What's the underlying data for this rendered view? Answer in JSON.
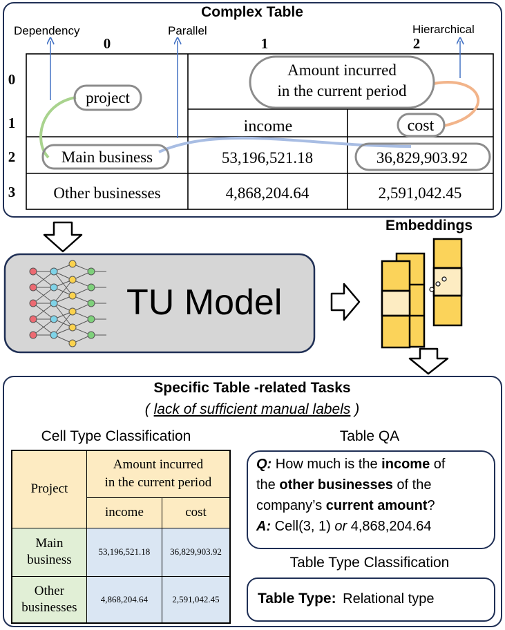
{
  "top": {
    "title": "Complex Table",
    "labels": {
      "dependency": "Dependency",
      "parallel": "Parallel",
      "hierarchical": "Hierarchical"
    },
    "col_idx": [
      "0",
      "1",
      "2"
    ],
    "row_idx": [
      "0",
      "1",
      "2",
      "3"
    ],
    "cells": {
      "header_amount_l1": "Amount incurred",
      "header_amount_l2": "in the current period",
      "project": "project",
      "income": "income",
      "cost": "cost",
      "main_business": "Main business",
      "main_income": "53,196,521.18",
      "main_cost": "36,829,903.92",
      "other_businesses": "Other businesses",
      "other_income": "4,868,204.64",
      "other_cost": "2,591,042.45"
    },
    "colors": {
      "dependency_curve": "#a9d38e",
      "parallel_curve": "#a8bde3",
      "hierarchical_curve": "#f2b48a"
    }
  },
  "model": {
    "label": "TU Model"
  },
  "embeddings": {
    "title": "Embeddings"
  },
  "tasks": {
    "title": "Specific Table -related Tasks",
    "subtitle_open": "(",
    "subtitle_text": "lack of sufficient manual labels",
    "subtitle_close": ")",
    "cell_type": {
      "title": "Cell Type Classification",
      "project": "Project",
      "amount_l1": "Amount incurred",
      "amount_l2": "in the current period",
      "income": "income",
      "cost": "cost",
      "main_l1": "Main",
      "main_l2": "business",
      "main_income": "53,196,521.18",
      "main_cost": "36,829,903.92",
      "other_l1": "Other",
      "other_l2": "businesses",
      "other_income": "4,868,204.64",
      "other_cost": "2,591,042.45",
      "colors": {
        "header": "#fdebc2",
        "row_header": "#e1efd6",
        "data": "#dae6f3"
      }
    },
    "qa": {
      "title": "Table QA",
      "q_label": "Q:",
      "q_t1": " How much is the ",
      "q_b1": "income",
      "q_t2": " of",
      "q_t3": "the ",
      "q_b2": "other businesses",
      "q_t4": " of the",
      "q_t5": "company’s ",
      "q_b3": "current amount",
      "q_t6": "?",
      "a_label": "A:",
      "a_t1": " Cell(3, 1) ",
      "a_or": "or",
      "a_t2": " 4,868,204.64"
    },
    "table_type": {
      "title": "Table Type Classification",
      "label": "Table Type:",
      "value": "Relational type"
    }
  }
}
